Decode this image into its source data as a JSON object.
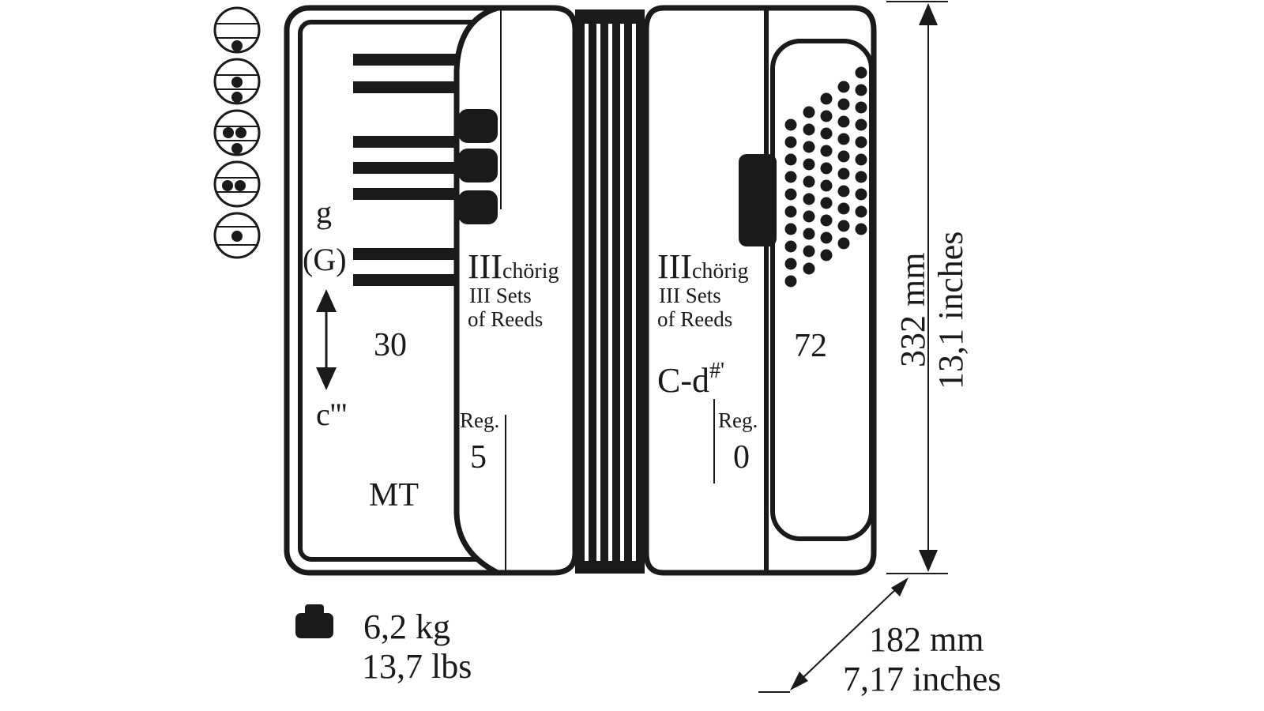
{
  "colors": {
    "ink": "#1a1a1a",
    "paper": "#ffffff"
  },
  "register_icons": [
    {
      "name": "register-1",
      "dots": "bottom"
    },
    {
      "name": "register-2",
      "dots": "middle-bottom"
    },
    {
      "name": "register-3",
      "dots": "two-middle-bottom"
    },
    {
      "name": "register-4",
      "dots": "two-middle"
    },
    {
      "name": "register-5",
      "dots": "middle"
    }
  ],
  "treble": {
    "range_top": "g",
    "range_top_alt": "(G)",
    "range_bottom": "c'''",
    "keys": "30",
    "tuning": "MT",
    "reeds_roman": "III",
    "reeds_de": "chörig",
    "reeds_en_1": "III Sets",
    "reeds_en_2": "of Reeds",
    "reg_label": "Reg.",
    "reg_count": "5"
  },
  "bass": {
    "reeds_roman": "III",
    "reeds_de": "chörig",
    "reeds_en_1": "III Sets",
    "reeds_en_2": "of Reeds",
    "range": "C-d",
    "range_sup": "#'",
    "buttons": "72",
    "reg_label": "Reg.",
    "reg_count": "0"
  },
  "dimensions": {
    "height_mm": "332 mm",
    "height_in": "13,1 inches",
    "depth_mm": "182 mm",
    "depth_in": "7,17 inches"
  },
  "weight": {
    "kg": "6,2 kg",
    "lbs": "13,7 lbs"
  }
}
